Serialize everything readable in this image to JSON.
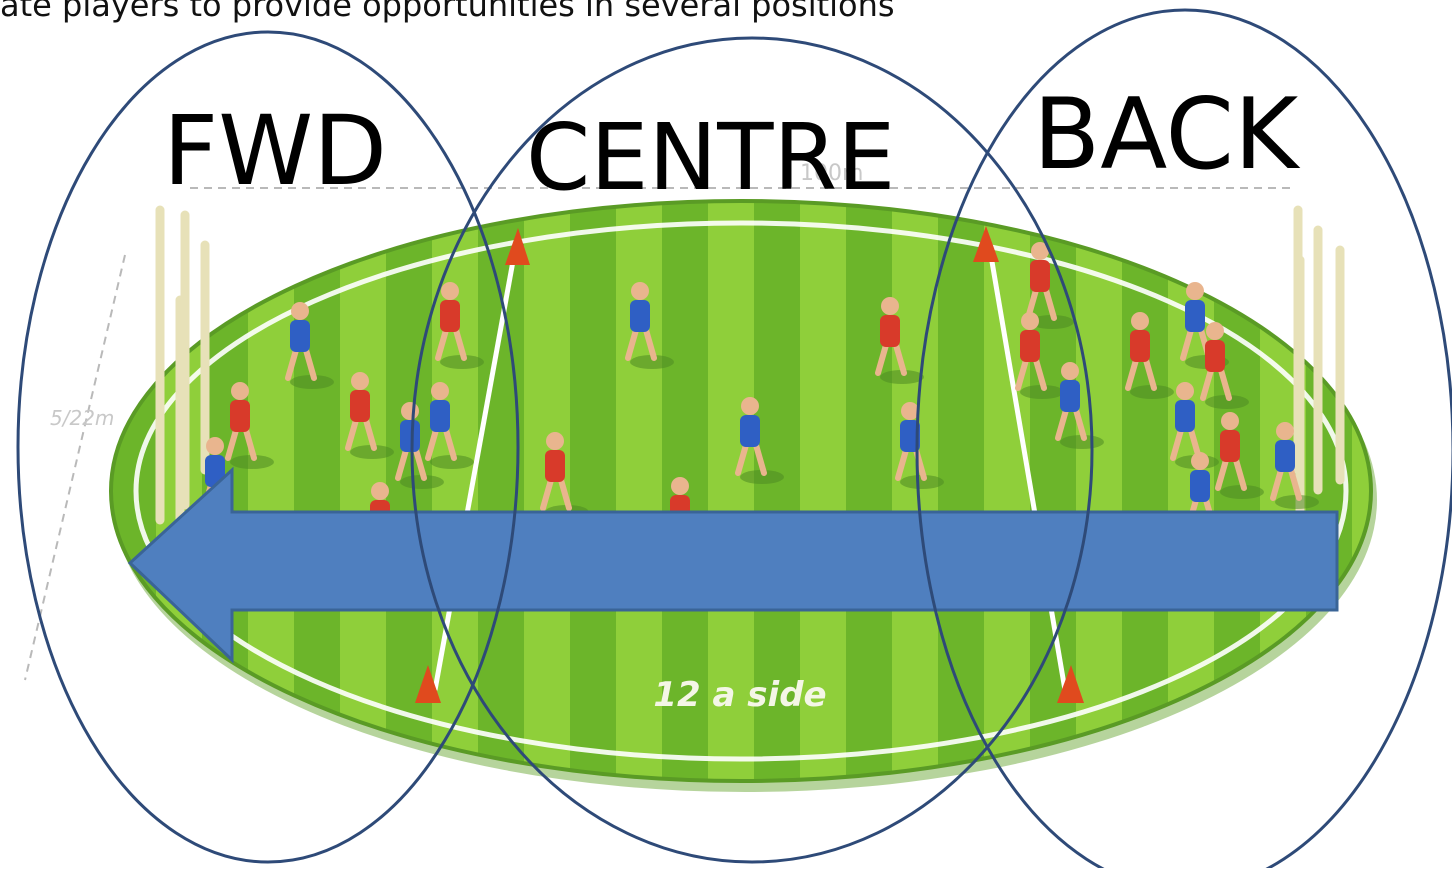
{
  "caption": "ate players to provide opportunities in several positions",
  "zones": {
    "fwd": "FWD",
    "centre": "CENTRE",
    "back": "BACK"
  },
  "field": {
    "side_label": "12 a side",
    "length_label": "100m",
    "width_label": "5/22m"
  },
  "colors": {
    "grass_light": "#8fcf3a",
    "grass_dark": "#6cb52a",
    "zone_outline": "#2e4a78",
    "arrow_fill": "#4f7fbf",
    "arrow_stroke": "#3a6497",
    "team_red": "#d83a2a",
    "team_blue": "#2f5fc4",
    "cone": "#e04a1e"
  },
  "arrow": {
    "direction": "left"
  }
}
